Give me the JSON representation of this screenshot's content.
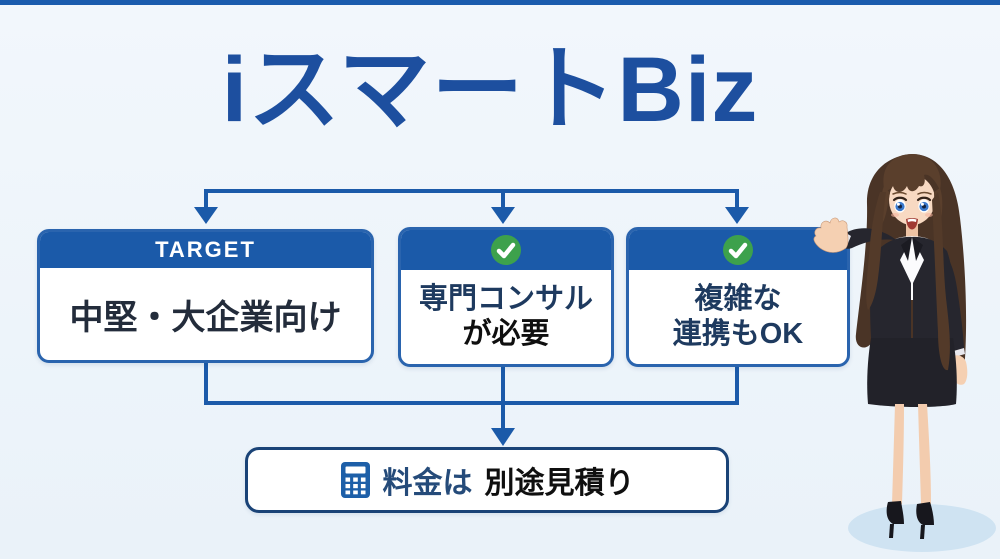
{
  "page": {
    "background_color": "#eef4fa",
    "top_bar_color": "#1b5cad"
  },
  "title": {
    "text": "iスマートBiz",
    "color": "#1d4f9f"
  },
  "flow": {
    "connector_color": "#1b5aa9",
    "box_border_color": "#2a64ae",
    "header_bg_color": "#1b5aa9",
    "check_color": "#3da14c",
    "boxes": [
      {
        "id": "target",
        "header_type": "text-label",
        "header_label": "TARGET",
        "lines": [
          {
            "text": "中堅・大企業向け",
            "color": "#232c3b"
          }
        ]
      },
      {
        "id": "consulting",
        "header_type": "check-icon",
        "header_label": "",
        "lines": [
          {
            "text": "専門コンサル",
            "color": "#1e3a5f"
          },
          {
            "text": "が必要",
            "color": "#0f0f0f"
          }
        ]
      },
      {
        "id": "integration",
        "header_type": "check-icon",
        "header_label": "",
        "lines": [
          {
            "text": "複雑な",
            "color": "#1e3a5f"
          },
          {
            "text": "連携もOK",
            "color": "#1e3a5f"
          }
        ]
      }
    ]
  },
  "pricing": {
    "icon": "calculator-icon",
    "icon_color": "#1d5fa8",
    "prefix_text": "料金は",
    "prefix_color": "#254b7a",
    "emphasis_text": "別途見積り",
    "emphasis_color": "#0f0f0f",
    "border_color": "#1a4377"
  },
  "illustration": {
    "description": "business woman presenter with long brown hair, black suit, gesturing toward boxes",
    "hair_color": "#4a3426",
    "suit_color": "#26262e",
    "skin_color": "#f5d0b2",
    "eye_color": "#3b79cc",
    "shadow_color": "#cfe3f2"
  }
}
